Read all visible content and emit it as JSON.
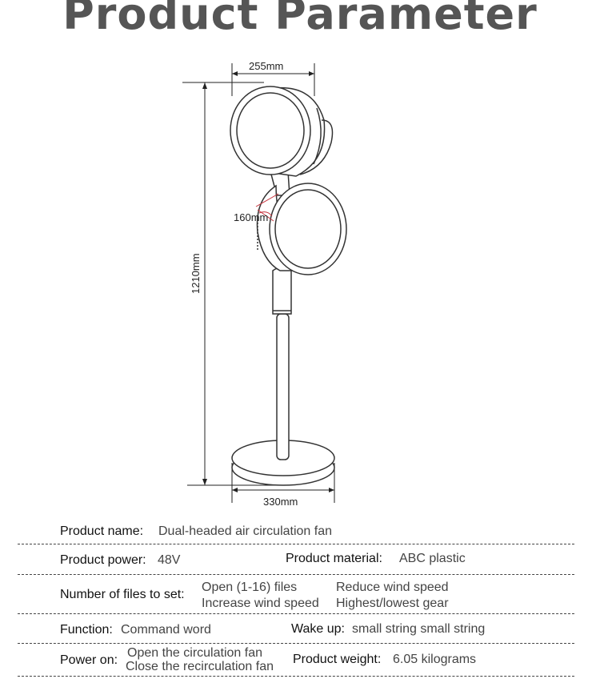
{
  "header": {
    "title": "Product Parameter"
  },
  "dimensions": {
    "width_top": "255mm",
    "head_size": "160mm",
    "height": "1210mm",
    "base_width": "330mm"
  },
  "specs": {
    "product_name": {
      "label": "Product name:",
      "value": "Dual-headed air circulation fan"
    },
    "product_power": {
      "label": "Product power:",
      "value": "48V"
    },
    "product_material": {
      "label": "Product material:",
      "value": "ABC plastic"
    },
    "files": {
      "label": "Number of files to set:",
      "col1": [
        "Open (1-16) files",
        "Increase wind speed"
      ],
      "col2": [
        "Reduce wind speed",
        "Highest/lowest gear"
      ]
    },
    "function": {
      "label": "Function:",
      "value": "Command word"
    },
    "wake_up": {
      "label": "Wake up:",
      "value": "small string small string"
    },
    "power_on": {
      "label": "Power on:",
      "values": [
        "Open the circulation fan",
        "Close the recirculation fan"
      ]
    },
    "weight": {
      "label": "Product weight:",
      "value": "6.05 kilograms"
    }
  }
}
